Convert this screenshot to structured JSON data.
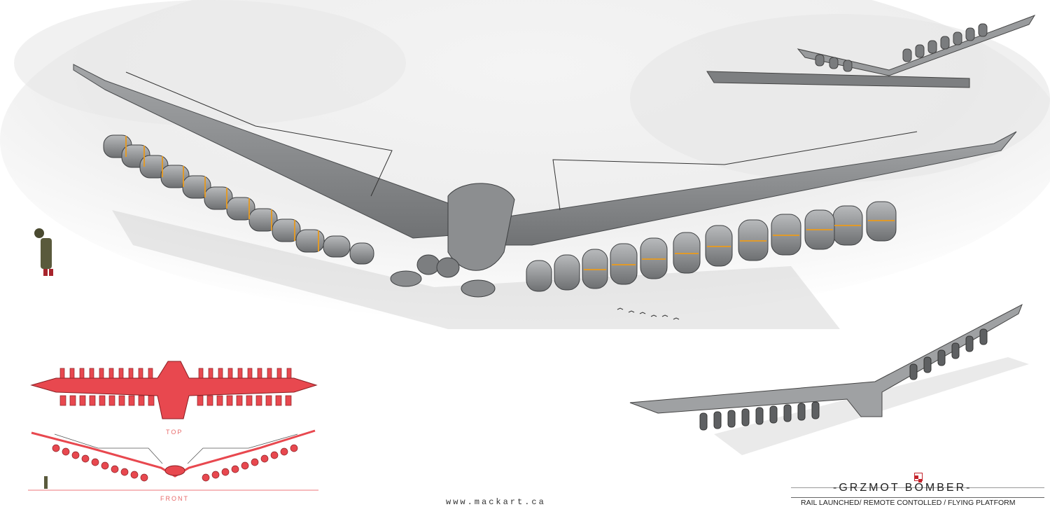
{
  "artwork": {
    "subject": "GRZMOT BOMBER",
    "colors": {
      "background": "#ffffff",
      "hull": "#8d8f91",
      "hull_dark": "#5a5c5e",
      "accent_orange": "#e09a2a",
      "blueprint_red": "#e8484f",
      "shadow": "#d8d8d8",
      "text": "#222222"
    }
  },
  "labels": {
    "top_view": "TOP",
    "front_view": "FRONT",
    "website": "www.mackart.ca"
  },
  "title_block": {
    "title": "-GRZMOT BOMBER-",
    "subtitle": "RAIL LAUNCHED/ REMOTE CONTOLLED / FLYING PLATFORM",
    "flag_icon": "polish-checkerboard-icon"
  }
}
